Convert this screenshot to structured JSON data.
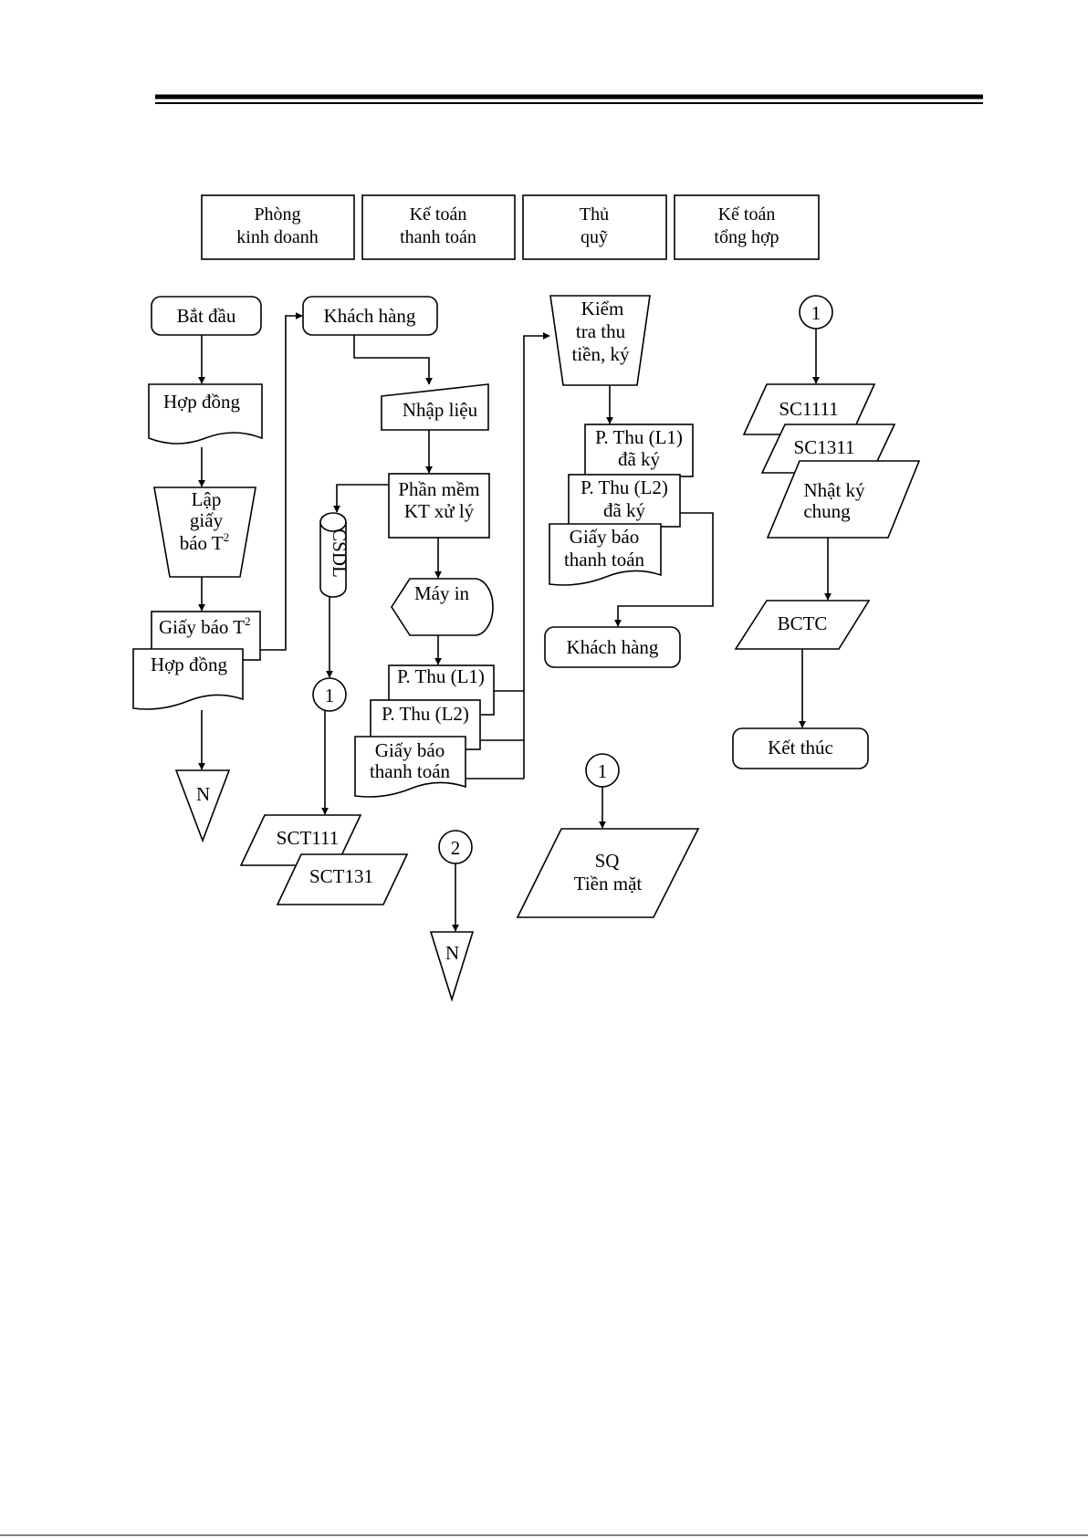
{
  "lanes": [
    {
      "line1": "Phòng",
      "line2": "kinh doanh"
    },
    {
      "line1": "Kế toán",
      "line2": "thanh toán"
    },
    {
      "line1": "Thủ",
      "line2": "quỹ"
    },
    {
      "line1": "Kế toán",
      "line2": "tổng hợp"
    }
  ],
  "sales": {
    "start": "Bắt đầu",
    "contract_doc": "Hợp đồng",
    "prepare": {
      "line1": "Lập",
      "line2": "giấy",
      "line3": "báo T",
      "sup": "2"
    },
    "notice_doc": {
      "text": "Giấy báo T",
      "sup": "2"
    },
    "contract_doc2": "Hợp đồng",
    "file_label": "N"
  },
  "payment_accounting": {
    "customer": "Khách hàng",
    "data_entry": "Nhập liệu",
    "software": {
      "line1": "Phần mềm",
      "line2": "KT xử lý"
    },
    "database": "CSDL",
    "printer": "Máy in",
    "receipt_l1": "P. Thu (L1)",
    "receipt_l2": "P. Thu (L2)",
    "payment_notice": {
      "line1": "Giấy báo",
      "line2": "thanh toán"
    },
    "connector_1": "1",
    "ledger_111": "SCT111",
    "ledger_131": "SCT131",
    "connector_2": "2",
    "file_label": "N"
  },
  "cashier": {
    "check": {
      "line1": "Kiểm",
      "line2": "tra thu",
      "line3": "tiền, ký"
    },
    "receipt_l1": {
      "line1": "P. Thu (L1)",
      "line2": "đã ký"
    },
    "receipt_l2": {
      "line1": "P. Thu (L2)",
      "line2": "đã ký"
    },
    "payment_notice": {
      "line1": "Giấy báo",
      "line2": "thanh toán"
    },
    "customer": "Khách hàng",
    "connector_1": "1",
    "cash_book": {
      "line1": "SQ",
      "line2": "Tiền mặt"
    }
  },
  "general_accounting": {
    "connector_1": "1",
    "ledger_1111": "SC1111",
    "ledger_1311": "SC1311",
    "journal": {
      "line1": "Nhật ký",
      "line2": "chung"
    },
    "reports": "BCTC",
    "end": "Kết thúc"
  }
}
